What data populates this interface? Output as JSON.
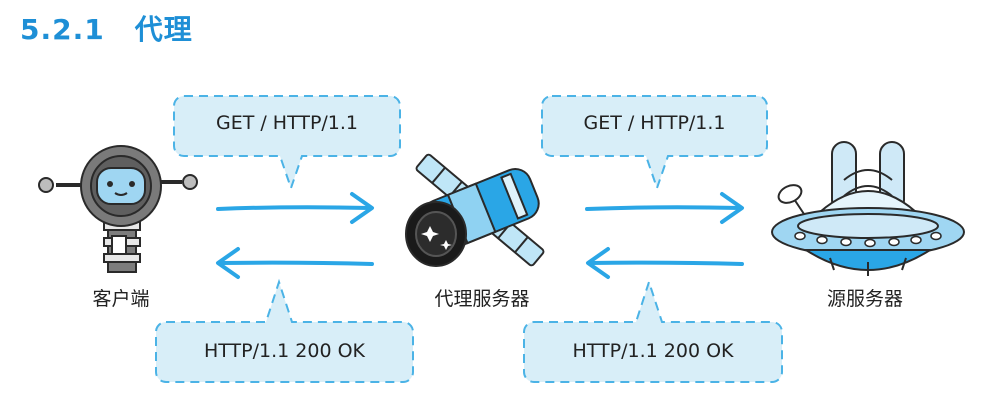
{
  "title": {
    "number": "5.2.1",
    "text": "代理"
  },
  "nodes": {
    "client": "客户端",
    "proxy": "代理服务器",
    "origin": "源服务器"
  },
  "messages": {
    "request_left": "GET / HTTP/1.1",
    "request_right": "GET / HTTP/1.1",
    "response_left": "HTTP/1.1 200 OK",
    "response_right": "HTTP/1.1 200 OK"
  },
  "colors": {
    "accent": "#1e8fd6",
    "arrow": "#2aa6e6",
    "bubble_fill": "#d8eef8",
    "bubble_border": "#4bb3e6",
    "outline": "#2a2a2a",
    "robot_gray": "#8a8a8a",
    "light_blue": "#9fd6f2"
  },
  "icons": [
    "robot-client-icon",
    "satellite-proxy-icon",
    "ufo-origin-icon"
  ]
}
